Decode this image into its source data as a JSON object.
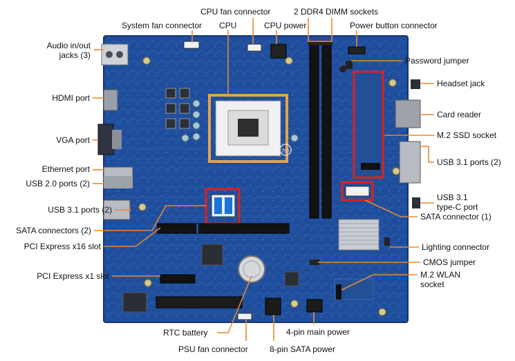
{
  "colors": {
    "board": "#1f4e9c",
    "board_edge": "#14356f",
    "trace": "#4e7fc8",
    "leader": "#e88a2e",
    "highlight": "#e0201a",
    "socket_frame": "#e8a24a",
    "label_text": "#111111",
    "slot": "#111111",
    "heatsink": "#c9ccd2"
  },
  "labels": {
    "system_fan_connector": "System fan connector",
    "cpu_fan_connector": "CPU fan connector",
    "cpu": "CPU",
    "cpu_power": "CPU power",
    "dimm_sockets": "2 DDR4 DIMM sockets",
    "power_button_connector": "Power button connector",
    "audio_jacks_line1": "Audio in/out",
    "audio_jacks_line2": "jacks (3)",
    "password_jumper": "Password jumper",
    "headset_jack": "Headset jack",
    "hdmi_port": "HDMI port",
    "card_reader": "Card reader",
    "vga_port": "VGA port",
    "m2_ssd_socket": "M.2 SSD socket",
    "ethernet_port": "Ethernet port",
    "usb31_ports_right": "USB 3.1 ports (2)",
    "usb20_ports": "USB 2.0 ports (2)",
    "usb31_typec_line1": "USB 3.1",
    "usb31_typec_line2": "type-C port",
    "usb31_ports_left": "USB 3.1 ports (2)",
    "sata_connectors_2": "SATA connectors (2)",
    "sata_connector_1": "SATA connector (1)",
    "pcie_x16_slot": "PCI Express x16 slot",
    "lighting_connector": "Lighting connector",
    "cmos_jumper": "CMOS jumper",
    "pcie_x1_slot": "PCI Express x1 slot",
    "m2_wlan_line1": "M.2 WLAN",
    "m2_wlan_line2": "socket",
    "rtc_battery": "RTC battery",
    "four_pin_main_power": "4-pin main power",
    "psu_fan_connector": "PSU fan connector",
    "eight_pin_sata_power": "8-pin SATA power"
  },
  "icons": {
    "hp_logo": "hp-logo-icon"
  }
}
